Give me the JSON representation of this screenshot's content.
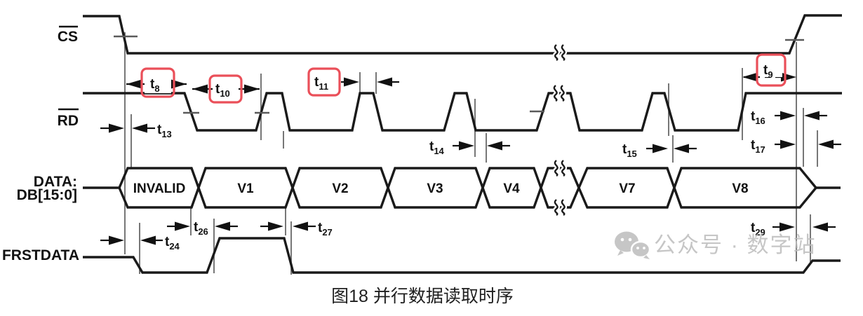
{
  "labels": {
    "cs": "CS",
    "rd": "RD",
    "data1": "DATA:",
    "data2": "DB[15:0]",
    "frstdata": "FRSTDATA"
  },
  "bus": [
    "INVALID",
    "V1",
    "V2",
    "V3",
    "V4",
    "V7",
    "V8"
  ],
  "timings": {
    "t8": {
      "b": "t",
      "s": "8",
      "boxed": true
    },
    "t9": {
      "b": "t",
      "s": "9",
      "boxed": true
    },
    "t10": {
      "b": "t",
      "s": "10",
      "boxed": true
    },
    "t11": {
      "b": "t",
      "s": "11",
      "boxed": true
    },
    "t13": {
      "b": "t",
      "s": "13",
      "boxed": false
    },
    "t14": {
      "b": "t",
      "s": "14",
      "boxed": false
    },
    "t15": {
      "b": "t",
      "s": "15",
      "boxed": false
    },
    "t16": {
      "b": "t",
      "s": "16",
      "boxed": false
    },
    "t17": {
      "b": "t",
      "s": "17",
      "boxed": false
    },
    "t24": {
      "b": "t",
      "s": "24",
      "boxed": false
    },
    "t26": {
      "b": "t",
      "s": "26",
      "boxed": false
    },
    "t27": {
      "b": "t",
      "s": "27",
      "boxed": false
    },
    "t29": {
      "b": "t",
      "s": "29",
      "boxed": false
    }
  },
  "caption": "图18 并行数据读取时序",
  "watermark": {
    "icon": "wechat-icon",
    "text": "公众号 · 数字站"
  },
  "colors": {
    "waveform": "#1a1a1a",
    "highlight_box": "#ea4f59",
    "reference_line": "#555555",
    "watermark": "#bdbdbd",
    "background": "#ffffff"
  }
}
